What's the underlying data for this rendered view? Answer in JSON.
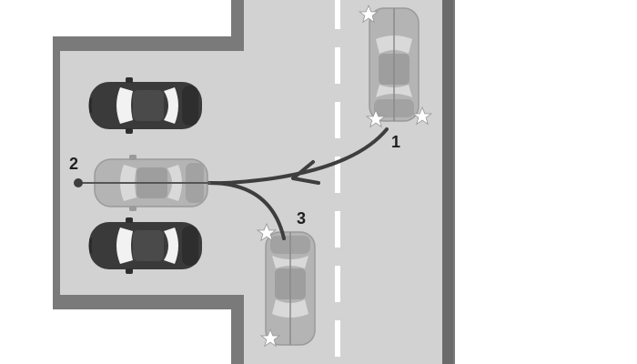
{
  "labels": {
    "step1": "1",
    "step2": "2",
    "step3": "3"
  },
  "colors": {
    "background": "#ffffff",
    "road": "#d2d2d2",
    "lot_border": "#7a7a7a",
    "lane_marking": "#ffffff",
    "curb": "#6a6a6a",
    "dark_car": "#3a3a3a",
    "ghost_car": "#a8a8a8",
    "path": "#3e3e3e",
    "label": "#1f1f1f"
  },
  "icons": [
    "star-icon",
    "arrowhead-icon",
    "car-icon",
    "end-dot-icon"
  ]
}
